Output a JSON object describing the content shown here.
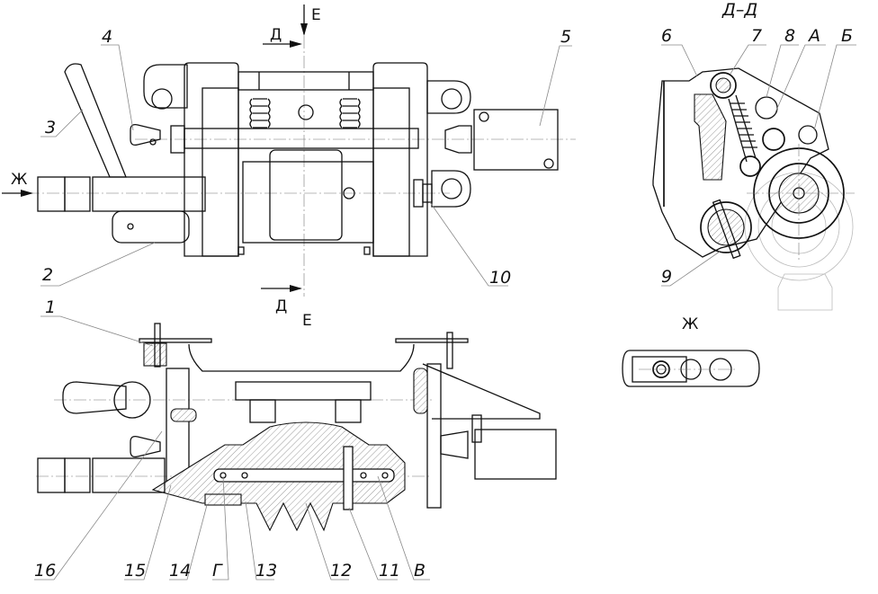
{
  "drawing": {
    "type": "mechanical assembly drawing",
    "views": {
      "top_view": {
        "label": "plan view with section markers"
      },
      "section_DD": {
        "title": "Д–Д"
      },
      "view_E": {
        "marker": "Е"
      },
      "view_Zh": {
        "title": "Ж"
      }
    },
    "section_markers": {
      "D_top": "Д",
      "D_bottom": "Д",
      "E_top": "Е",
      "E_bottom": "Е",
      "Zh_arrow": "Ж"
    },
    "callouts": {
      "c1": "1",
      "c2": "2",
      "c3": "3",
      "c4": "4",
      "c5": "5",
      "c6": "6",
      "c7": "7",
      "c8": "8",
      "c9": "9",
      "c10": "10",
      "c11": "11",
      "c12": "12",
      "c13": "13",
      "c14": "14",
      "c15": "15",
      "c16": "16",
      "cA": "А",
      "cB": "Б",
      "cV": "В",
      "cG": "Г"
    }
  }
}
